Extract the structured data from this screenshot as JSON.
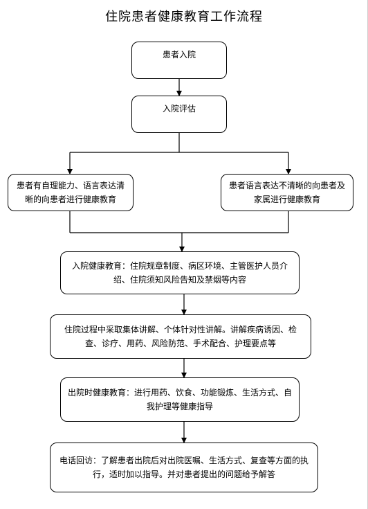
{
  "title": "住院患者健康教育工作流程",
  "nodes": {
    "admission": "患者入院",
    "assessment": "入院评估",
    "self_care": "患者有自理能力、语言表达清晰的向患者进行健康教育",
    "family": "患者语言表达不清晰的向患者及家属进行健康教育",
    "admission_education": "入院健康教育：住院规章制度、病区环境、主管医护人员介绍、住院须知风险告知及禁烟等内容",
    "hospitalization_process": "住院过程中采取集体讲解、个体针对性讲解。讲解疾病诱因、检查、诊疗、用药、风险防范、手术配合、护理要点等",
    "discharge_education": "出院时健康教育：进行用药、饮食、功能锻炼、生活方式、自我护理等健康指导",
    "phone_followup": "电话回访：了解患者出院后对出院医嘱、生活方式、复查等方面的执行，适时加以指导。并对患者提出的问题给予解答"
  }
}
